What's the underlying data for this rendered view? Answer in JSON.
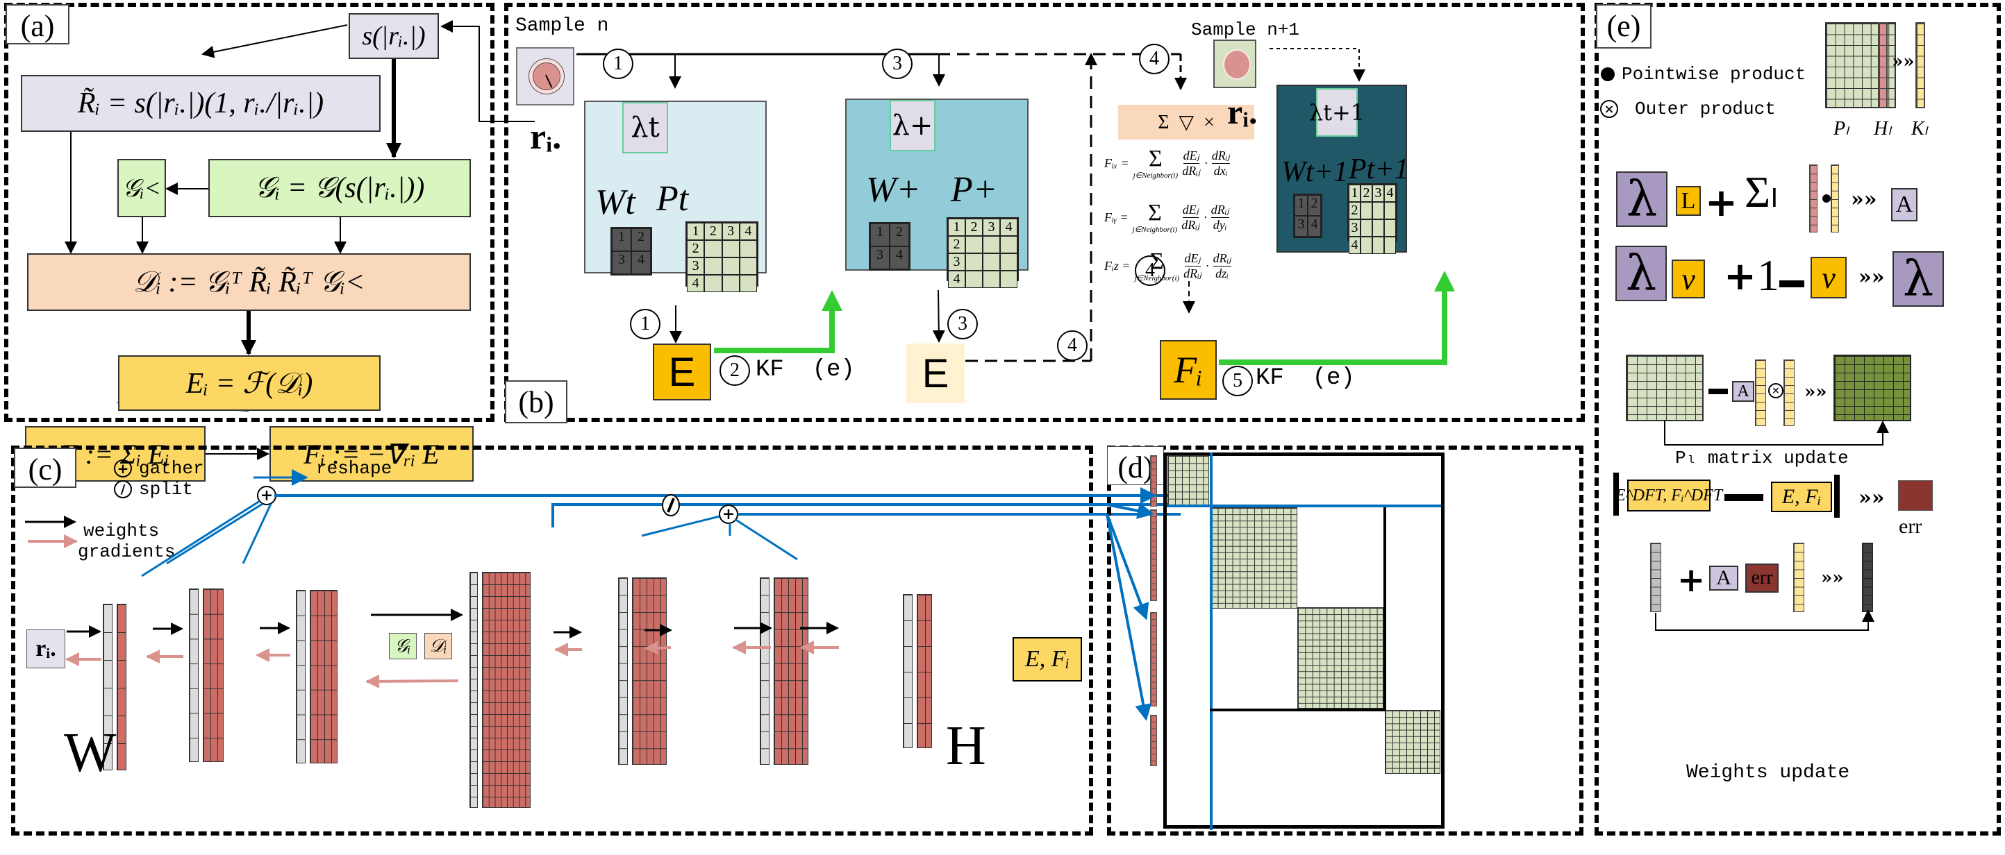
{
  "panels": {
    "a": {
      "label": "(a)",
      "s_box": "s(|rᵢ.|)",
      "r_tilde": "R̃ᵢ = s(|rᵢ.|)(1, rᵢ./|rᵢ.|)",
      "g_lt": "𝒢ᵢ<",
      "g_box": "𝒢ᵢ = 𝒢(s(|rᵢ.|))",
      "d_box": "𝒟ᵢ := 𝒢ᵢᵀ R̃ᵢ R̃ᵢᵀ 𝒢ᵢ<",
      "ei_box": "Eᵢ = ℱ(𝒟ᵢ)",
      "e_box": "E := Σᵢ Eᵢ",
      "f_box": "Fᵢ := −∇ᵣᵢ E"
    },
    "b": {
      "label": "(b)",
      "sample_n": "Sample n",
      "sample_n1": "Sample n+1",
      "r_label": "rᵢ.",
      "lambda_t": "λt",
      "lambda_plus": "λ+",
      "lambda_t1": "λt+1",
      "w_t": "Wt",
      "p_t": "Pt",
      "w_plus": "W+",
      "p_plus": "P+",
      "w_t1": "Wt+1",
      "p_t1": "Pt+1",
      "w_cells": [
        "1",
        "2",
        "3",
        "4"
      ],
      "p_header": [
        "1",
        "2",
        "3",
        "4"
      ],
      "p_rows": [
        "2",
        "3",
        "4"
      ],
      "e_label": "E",
      "fi_label": "Fᵢ",
      "ops": "Σ  ▽  ×",
      "kf_label": "KF  (e)",
      "steps": [
        "1",
        "1",
        "2",
        "3",
        "3",
        "4",
        "4",
        "4",
        "5"
      ],
      "eq_x": {
        "lhs": "Fᵢₓ =",
        "sum": "Σ",
        "sub": "j∈Neighbor(i)",
        "f1n": "dEⱼ",
        "f1d": "dRᵢⱼ",
        "f2n": "dRᵢⱼ",
        "f2d": "dxᵢ"
      },
      "eq_y": {
        "lhs": "Fᵢᵧ =",
        "sum": "Σ",
        "sub": "j∈Neighbor(i)",
        "f1n": "dEⱼ",
        "f1d": "dRᵢⱼ",
        "f2n": "dRᵢⱼ",
        "f2d": "dyᵢ"
      },
      "eq_z": {
        "lhs": "Fᵢz =",
        "sum": "Σ",
        "sub": "j∈Neighbor(i)",
        "f1n": "dEⱼ",
        "f1d": "dRᵢⱼ",
        "f2n": "dRᵢⱼ",
        "f2d": "dzᵢ"
      }
    },
    "c": {
      "label": "(c)",
      "legend_gather": "gather",
      "legend_split": "split",
      "legend_reshape": "reshape",
      "legend_weights": "weights",
      "legend_gradients": "gradients",
      "input": "rᵢ.",
      "g_tag": "𝒢ᵢ",
      "d_tag": "𝒟ᵢ",
      "output": "E, Fᵢ",
      "w_net": "W",
      "h_net": "H"
    },
    "d": {
      "label": "(d)"
    },
    "e": {
      "label": "(e)",
      "legend_pointwise": "Pointwise product",
      "legend_outer": "Outer product",
      "p_l": "Pₗ",
      "h_l": "Hₗ",
      "k_l": "Kₗ",
      "lambda": "λ",
      "L": "L",
      "nu": "ν",
      "A": "A",
      "sum_l": "Σₗ",
      "one": "1",
      "p_update": "Pₗ matrix update",
      "dft": "E^DFT, Fᵢ^DFT",
      "ef": "E, Fᵢ",
      "err": "err",
      "w_update": "Weights update",
      "arrow": "»»"
    }
  },
  "colors": {
    "lavender": "#e4e2ec",
    "green_light": "#d9f5c0",
    "peach": "#fad8bc",
    "yellow": "#fdd764",
    "orange": "#fbbd00",
    "cream": "#fef2d0",
    "blue_pale": "#d9ecf2",
    "blue_mid": "#92ccd8",
    "teal_dark": "#215868",
    "blue_line": "#0070c0",
    "green_arrow": "#33cc33",
    "red_layer": "#cc6d66",
    "pink_arrow": "#d9928d",
    "purple": "#a899c0",
    "dark_red": "#8b3530",
    "olive": "#76923c"
  }
}
